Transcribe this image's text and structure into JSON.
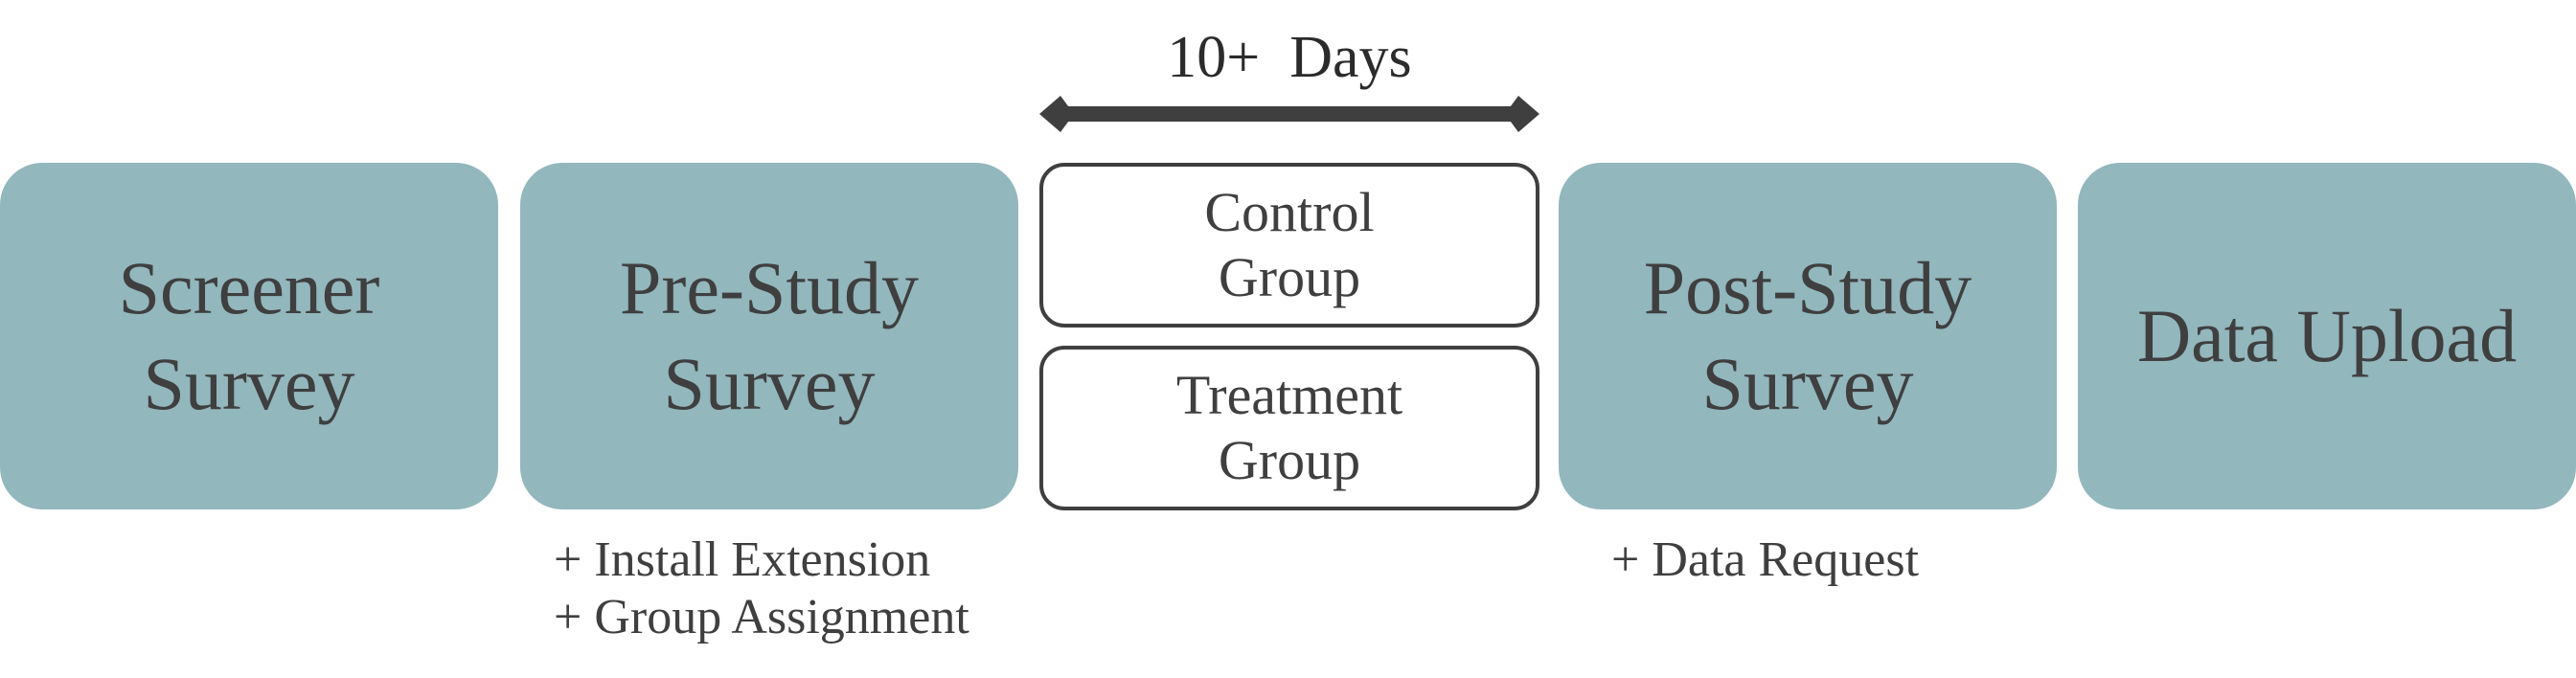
{
  "duration": {
    "label": "10+  Days"
  },
  "steps": [
    {
      "label": "Screener\nSurvey"
    },
    {
      "label": "Pre-Study\nSurvey"
    },
    {
      "label": "Post-Study\nSurvey"
    },
    {
      "label": "Data Upload"
    }
  ],
  "groups": {
    "control": "Control\nGroup",
    "treatment": "Treatment\nGroup"
  },
  "notes": {
    "pre_study": [
      "+ Install Extension",
      "+ Group Assignment"
    ],
    "post_study": [
      "+ Data Request"
    ]
  },
  "colors": {
    "step_fill": "#92b7bd",
    "text": "#3f3f3f",
    "arrow": "#3f3f3f",
    "group_border": "#3f3f3f",
    "background": "#ffffff"
  }
}
